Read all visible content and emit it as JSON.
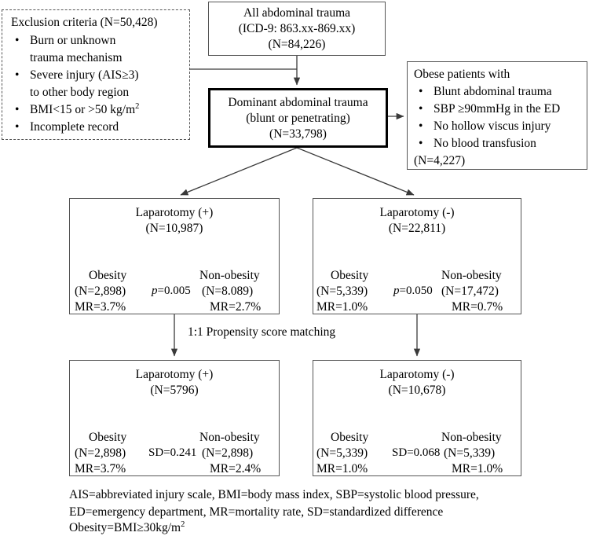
{
  "diagram": {
    "title": "Patient selection flowchart for abdominal trauma cohort",
    "type": "flowchart"
  },
  "nodes": {
    "all_trauma": {
      "line1": "All abdominal trauma",
      "line2": "(ICD-9: 863.xx-869.xx)",
      "line3": "(N=84,226)"
    },
    "exclusion": {
      "heading": "Exclusion criteria (N=50,428)",
      "bullets": [
        "Burn or unknown",
        "trauma mechanism",
        "Severe injury (AIS≥3)",
        "to other body region",
        " BMI<15 or >50 kg/m",
        "Incomplete record"
      ],
      "bullet_marks": [
        true,
        false,
        true,
        false,
        true,
        true
      ],
      "superscript_on_index": 4,
      "superscript_text": "2"
    },
    "dominant": {
      "line1": "Dominant abdominal trauma",
      "line2": "(blunt or penetrating)",
      "line3": "(N=33,798)"
    },
    "obese": {
      "heading": "Obese patients with",
      "bullets": [
        "Blunt abdominal trauma",
        "SBP ≥90mmHg in the ED",
        "No hollow viscus injury",
        "No blood transfusion"
      ],
      "count": "(N=4,227)"
    },
    "lap_pos_pre": {
      "title": "Laparotomy (+)",
      "total": "(N=10,987)",
      "left_group": "Obesity",
      "left_n": "(N=2,898)",
      "left_mr": "MR=3.7%",
      "stat_label": "p",
      "stat_value": "=0.005",
      "right_group": "Non-obesity",
      "right_n": "(N=8.089)",
      "right_mr": "MR=2.7%"
    },
    "lap_neg_pre": {
      "title": "Laparotomy (-)",
      "total": "(N=22,811)",
      "left_group": "Obesity",
      "left_n": "(N=5,339)",
      "left_mr": "MR=1.0%",
      "stat_label": "p",
      "stat_value": "=0.050",
      "right_group": "Non-obesity",
      "right_n": "(N=17,472)",
      "right_mr": "MR=0.7%"
    },
    "matching_label": "1:1 Propensity score matching",
    "lap_pos_post": {
      "title": "Laparotomy (+)",
      "total": "(N=5796)",
      "left_group": "Obesity",
      "left_n": "(N=2,898)",
      "left_mr": "MR=3.7%",
      "stat_label": "SD",
      "stat_value": "=0.241",
      "right_group": "Non-obesity",
      "right_n": "(N=2,898)",
      "right_mr": "MR=2.4%"
    },
    "lap_neg_post": {
      "title": "Laparotomy (-)",
      "total": "(N=10,678)",
      "left_group": "Obesity",
      "left_n": "(N=5,339)",
      "left_mr": "MR=1.0%",
      "stat_label": "SD",
      "stat_value": "=0.068",
      "right_group": "Non-obesity",
      "right_n": "(N=5,339)",
      "right_mr": "MR=1.0%"
    }
  },
  "footnote": {
    "line1": "AIS=abbreviated injury scale, BMI=body mass index, SBP=systolic blood pressure,",
    "line2": "ED=emergency department,  MR=mortality rate, SD=standardized difference",
    "line3_a": "Obesity=BMI≥30kg/m",
    "line3_sup": "2"
  },
  "style": {
    "line_color": "#3a3a3a",
    "box_border": "#555555",
    "heavy_border": "#000000",
    "text_color": "#000000",
    "background": "#ffffff"
  }
}
